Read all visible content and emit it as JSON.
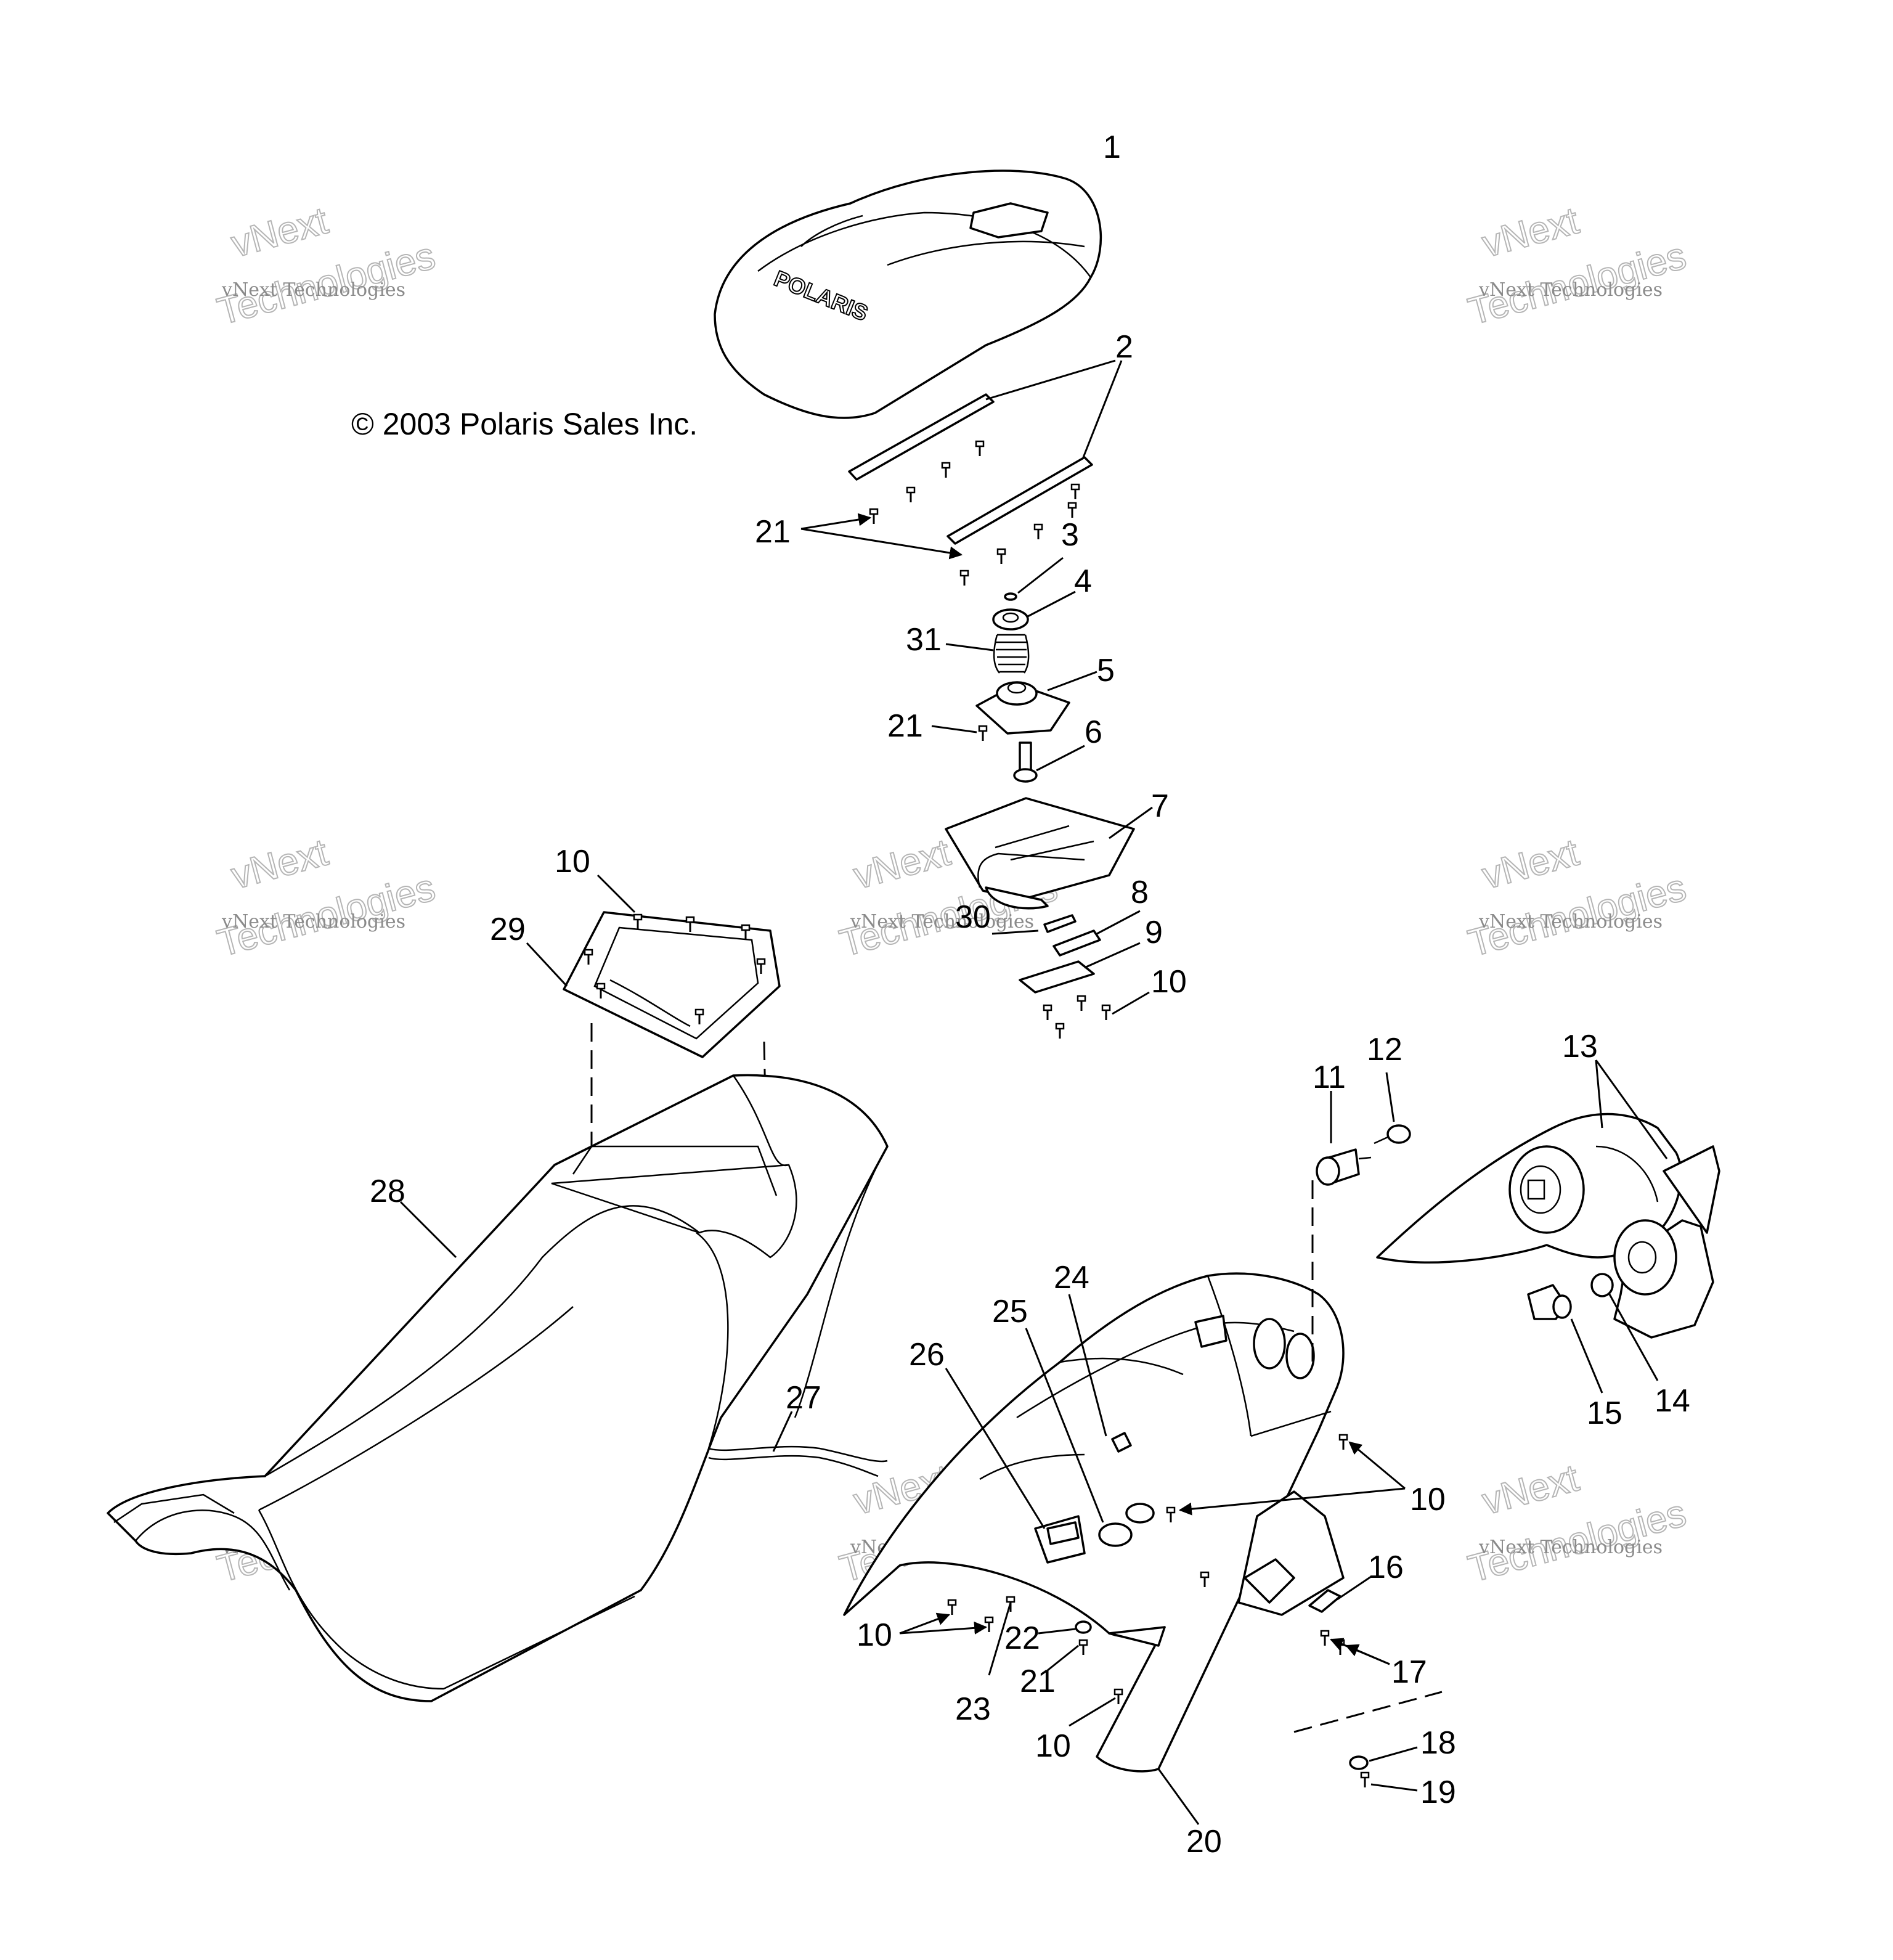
{
  "copyright": "© 2003 Polaris Sales Inc.",
  "watermark": {
    "line": "vNext Technologies",
    "brand_top": "vNext",
    "brand_bottom": "Technologies"
  },
  "callouts": [
    "1",
    "2",
    "21",
    "3",
    "4",
    "31",
    "5",
    "21",
    "6",
    "7",
    "10",
    "29",
    "30",
    "8",
    "9",
    "10",
    "28",
    "11",
    "12",
    "13",
    "24",
    "25",
    "26",
    "27",
    "15",
    "14",
    "10",
    "16",
    "17",
    "10",
    "22",
    "21",
    "23",
    "10",
    "18",
    "19",
    "20"
  ],
  "brand_logo": "POLARIS"
}
